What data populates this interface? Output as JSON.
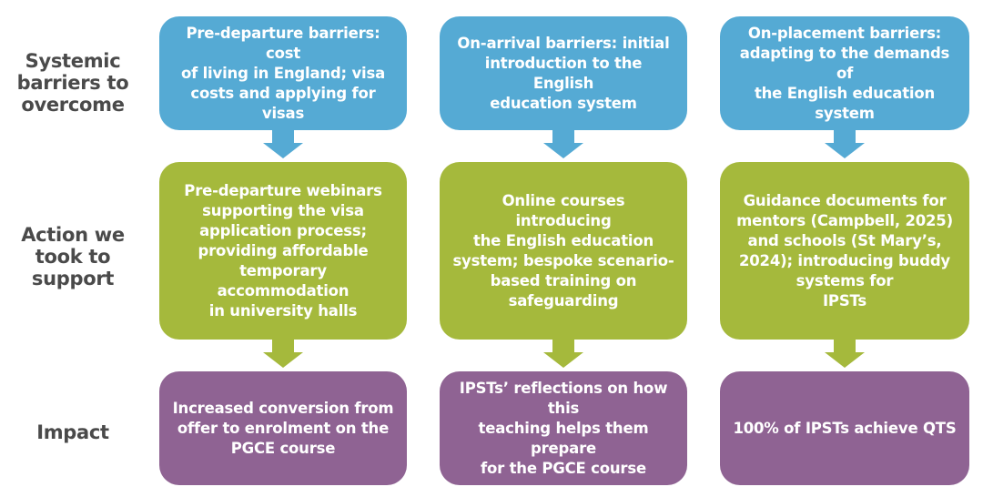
{
  "colors": {
    "barrier": "#55aad4",
    "action": "#a5b93c",
    "impact": "#8f6393",
    "label_text": "#4a4a4a",
    "box_text": "#ffffff"
  },
  "row_labels": {
    "barriers": "Systemic\nbarriers to\novercome",
    "actions": "Action we\ntook to\nsupport",
    "impact": "Impact"
  },
  "columns": [
    {
      "barrier": "Pre-departure barriers: cost\nof living in England; visa\ncosts and applying for visas",
      "action": "Pre-departure webinars\nsupporting the visa\napplication process;\nproviding affordable\ntemporary accommodation\nin university halls",
      "impact": "Increased conversion from\noffer to enrolment on the\nPGCE course"
    },
    {
      "barrier": "On-arrival barriers: initial\nintroduction to the English\neducation system",
      "action": "Online courses introducing\nthe English education\nsystem; bespoke scenario-\nbased training on\nsafeguarding",
      "impact": "IPSTs’ reflections on how this\nteaching helps them prepare\nfor the PGCE course"
    },
    {
      "barrier": "On-placement barriers:\nadapting to the demands of\nthe English education system",
      "action": "Guidance documents for\nmentors (Campbell, 2025)\nand schools (St Mary’s,\n2024); introducing buddy\nsystems for\nIPSTs",
      "impact": "100% of IPSTs achieve QTS"
    }
  ]
}
